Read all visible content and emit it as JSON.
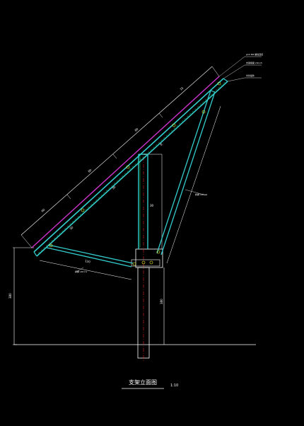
{
  "drawing": {
    "title": "支架立面图",
    "scale": "1:10",
    "colors": {
      "background": "#000000",
      "panel": "#cc33cc",
      "steel_member": "#33cccc",
      "inner_member": "#22dd55",
      "dimension": "#ffffff",
      "centerline": "#dd2222",
      "bolt": "#ffff33"
    },
    "dimensions": {
      "top_left": "60",
      "seg_1": "15",
      "seg_2": "80",
      "seg_3": "30",
      "seg_4": "30",
      "seg_5": "80",
      "diag_brace": "120",
      "pier": "380",
      "height": "380",
      "post": "30",
      "small": "8"
    },
    "tags": {
      "t1": "φ10 M8 螺栓连接",
      "t2": "支架横梁 L50×5",
      "t3": "光伏组件",
      "brace_label": "斜撑 L40×4",
      "lower_label": "斜撑 L40×4"
    }
  }
}
